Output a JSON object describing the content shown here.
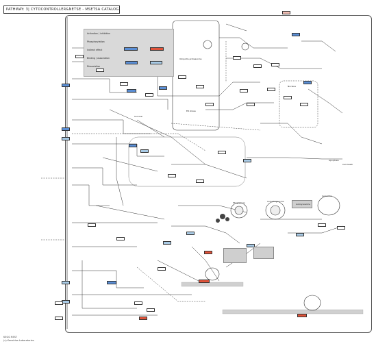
{
  "header": {
    "title": "PATHWAY: 3| CYTOCONTROLLER&NETSE - MSETSA CATALOG"
  },
  "legend": {
    "rows": [
      "Activation / inhibition",
      "Phosphorylation",
      "Indirect effect",
      "Binding / association",
      "Dissociation"
    ]
  },
  "labels": {
    "ubiquitin_proteasome": "Ubiquitin-proteasome",
    "er_stress": "ER stress",
    "nucleus": "Nucleus",
    "apoptosis": "Apoptosis",
    "cell_death": "Cell death",
    "survival": "Survival",
    "phagophore": "Phagophore",
    "autophagosome": "Autophagosome",
    "lysosome": "Lysosome",
    "autolysosome": "Autolysosome"
  },
  "footer": {
    "line1": "KEGG REST",
    "line2": "(c) Kanehisa Laboratories"
  },
  "colors": {
    "red": "#e0533a",
    "blue": "#5b8fd6",
    "light_blue": "#a9cbe6",
    "gray": "#bfbfbf"
  }
}
